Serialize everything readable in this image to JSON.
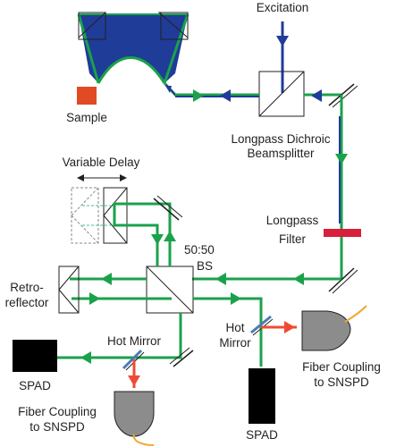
{
  "labels": {
    "excitation": "Excitation",
    "sample": "Sample",
    "dichroic_line1": "Longpass Dichroic",
    "dichroic_line2": "Beamsplitter",
    "variable_delay": "Variable Delay",
    "longpass_filter_line1": "Longpass",
    "longpass_filter_line2": "Filter",
    "bs_line1": "50:50",
    "bs_line2": "BS",
    "retro_line1": "Retro-",
    "retro_line2": "reflector",
    "hot_mirror_left": "Hot Mirror",
    "hot_mirror_right_line1": "Hot",
    "hot_mirror_right_line2": "Mirror",
    "spad_left": "SPAD",
    "spad_right": "SPAD",
    "fiber_right_line1": "Fiber Coupling",
    "fiber_right_line2": "to SNSPD",
    "fiber_left_line1": "Fiber Coupling",
    "fiber_left_line2": "to SNSPD"
  },
  "colors": {
    "emission_beam": "#1aa24b",
    "excitation_beam": "#1f3c99",
    "sample": "#e14b24",
    "filter": "#d81f3b",
    "detector": "#000000",
    "fiber_coupler": "#8c8c8c",
    "fiber": "#f0a830",
    "reflected_beam": "#ef4b33"
  }
}
